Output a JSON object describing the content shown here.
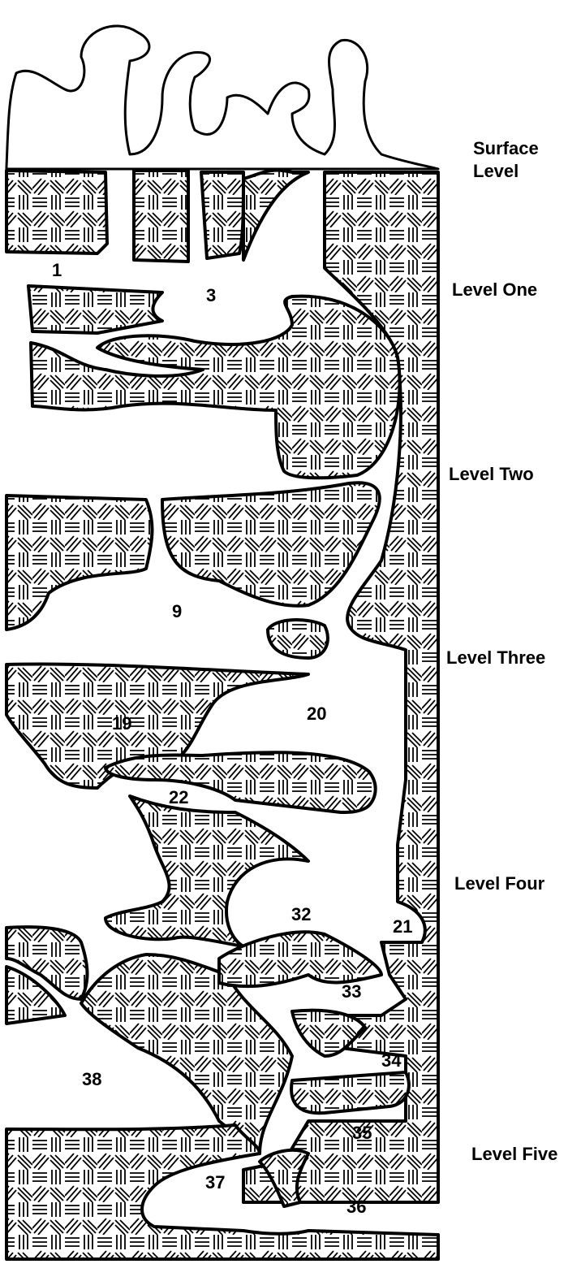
{
  "levels": [
    {
      "id": "surface",
      "lines": [
        "Surface",
        "Level"
      ]
    },
    {
      "id": "one",
      "lines": [
        "Level One"
      ]
    },
    {
      "id": "two",
      "lines": [
        "Level Two"
      ]
    },
    {
      "id": "three",
      "lines": [
        "Level Three"
      ]
    },
    {
      "id": "four",
      "lines": [
        "Level Four"
      ]
    },
    {
      "id": "five",
      "lines": [
        "Level Five"
      ]
    }
  ],
  "caves": {
    "c1": "1",
    "c3": "3",
    "c9": "9",
    "c19": "19",
    "c20": "20",
    "c21": "21",
    "c22": "22",
    "c32": "32",
    "c33": "33",
    "c34": "34",
    "c35": "35",
    "c36": "36",
    "c37": "37",
    "c38": "38"
  }
}
